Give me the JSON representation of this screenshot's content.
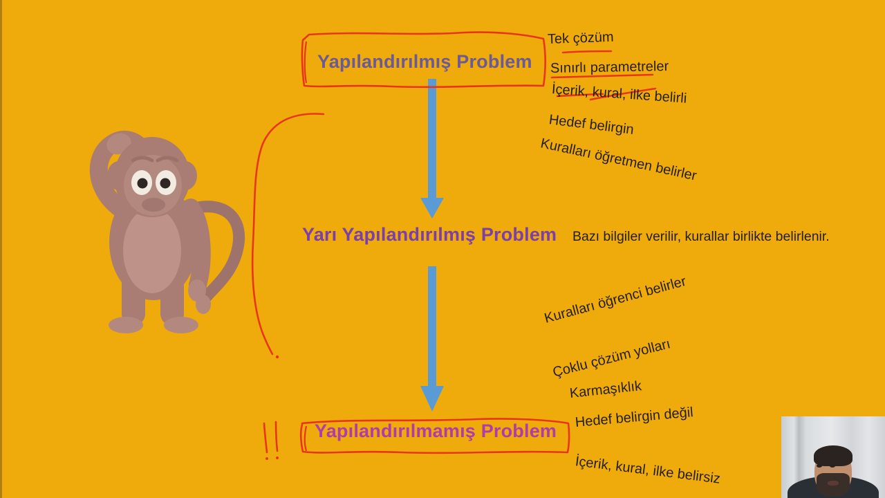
{
  "slide": {
    "background_color": "#EFAA0B",
    "arrow_color": "#5B9BD5",
    "annotation_ink_color": "#E8361C"
  },
  "nodes": [
    {
      "id": "structured",
      "label": "Yapılandırılmış Problem",
      "color": "#6A5A96",
      "boxed": true
    },
    {
      "id": "semi_structured",
      "label": "Yarı Yapılandırılmış Problem",
      "color": "#7B3FA8",
      "boxed": false
    },
    {
      "id": "unstructured",
      "label": "Yapılandırılmamış Problem",
      "color": "#B03CA8",
      "boxed": true
    }
  ],
  "structured_notes": [
    {
      "text": "Tek çözüm",
      "rotation": -2
    },
    {
      "text": "Sınırlı parametreler",
      "rotation": -1
    },
    {
      "text": "İçerik, kural, ilke belirli",
      "rotation": 4
    },
    {
      "text": "Hedef belirgin",
      "rotation": 7
    },
    {
      "text": "Kuralları öğretmen belirler",
      "rotation": 12
    }
  ],
  "semi_structured_note": "Bazı bilgiler verilir, kurallar birlikte belirlenir.",
  "unstructured_notes": [
    {
      "text": "Kuralları öğrenci belirler",
      "rotation": -15
    },
    {
      "text": "Çoklu çözüm yolları",
      "rotation": -14
    },
    {
      "text": "Karmaşıklık",
      "rotation": -6
    },
    {
      "text": "Hedef belirgin değil",
      "rotation": -5
    },
    {
      "text": "İçerik, kural, ilke belirsiz",
      "rotation": 7
    }
  ],
  "illustration": {
    "name": "confused-monkey",
    "body_color": "#A97D74",
    "face_color": "#B3897F",
    "belly_color": "#BE9289",
    "eye_white": "#F1EBE2",
    "pupil_color": "#2E2622"
  },
  "markup": {
    "exclamation_marks": "!!",
    "left_bracket": "curly-brace-left",
    "underlines": 3,
    "strikethrough": 1
  }
}
